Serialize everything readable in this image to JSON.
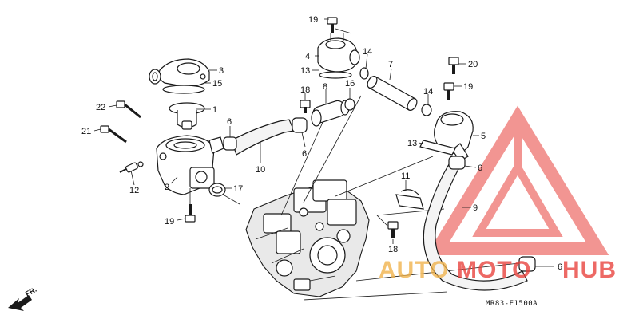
{
  "diagram": {
    "drawing_code": "MR83-E1500A",
    "direction_label": "FR.",
    "watermark": {
      "part1": "AUTO",
      "part2": "MOTO",
      "part3": "HUB",
      "color_primary": "#e8403a",
      "color_secondary": "#f0b24a"
    },
    "callouts": [
      {
        "id": "c1",
        "text": "1"
      },
      {
        "id": "c2",
        "text": "2"
      },
      {
        "id": "c3",
        "text": "3"
      },
      {
        "id": "c4",
        "text": "4"
      },
      {
        "id": "c5",
        "text": "5"
      },
      {
        "id": "c6a",
        "text": "6"
      },
      {
        "id": "c6b",
        "text": "6"
      },
      {
        "id": "c6c",
        "text": "6"
      },
      {
        "id": "c6d",
        "text": "6"
      },
      {
        "id": "c7",
        "text": "7"
      },
      {
        "id": "c8",
        "text": "8"
      },
      {
        "id": "c9",
        "text": "9"
      },
      {
        "id": "c10",
        "text": "10"
      },
      {
        "id": "c11",
        "text": "11"
      },
      {
        "id": "c12",
        "text": "12"
      },
      {
        "id": "c13a",
        "text": "13"
      },
      {
        "id": "c13b",
        "text": "13"
      },
      {
        "id": "c14a",
        "text": "14"
      },
      {
        "id": "c14b",
        "text": "14"
      },
      {
        "id": "c15",
        "text": "15"
      },
      {
        "id": "c16",
        "text": "16"
      },
      {
        "id": "c17",
        "text": "17"
      },
      {
        "id": "c18a",
        "text": "18"
      },
      {
        "id": "c18b",
        "text": "18"
      },
      {
        "id": "c19a",
        "text": "19"
      },
      {
        "id": "c19b",
        "text": "19"
      },
      {
        "id": "c19c",
        "text": "19"
      },
      {
        "id": "c20",
        "text": "20"
      },
      {
        "id": "c21",
        "text": "21"
      },
      {
        "id": "c22",
        "text": "22"
      }
    ]
  }
}
